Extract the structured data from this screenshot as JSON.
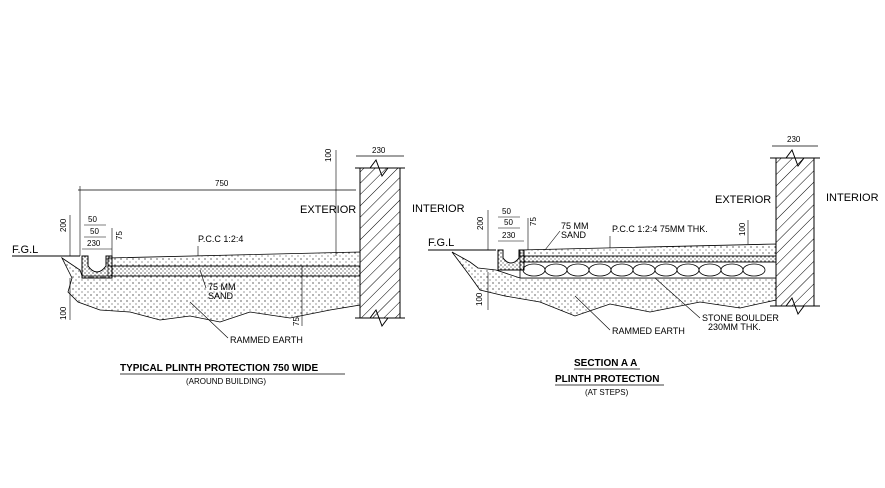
{
  "left": {
    "labels": {
      "fgl": "F.G.L",
      "exterior": "EXTERIOR",
      "interior": "INTERIOR",
      "pcc": "P.C.C 1:2:4",
      "sand_line1": "75 MM",
      "sand_line2": "SAND",
      "rammed_earth": "RAMMED EARTH"
    },
    "dims": {
      "d750": "750",
      "d230_top": "230",
      "d100_top": "100",
      "d200": "200",
      "d50a": "50",
      "d50b": "50",
      "d230_drain": "230",
      "d75_left": "75",
      "d75_right": "75",
      "d100_bottom": "100"
    },
    "title": "TYPICAL PLINTH PROTECTION 750 WIDE",
    "subtitle": "(AROUND BUILDING)"
  },
  "right": {
    "labels": {
      "fgl": "F.G.L",
      "exterior": "EXTERIOR",
      "interior": "INTERIOR",
      "pcc": "P.C.C 1:2:4 75MM THK.",
      "sand_line1": "75 MM",
      "sand_line2": "SAND",
      "stone_line1": "STONE BOULDER",
      "stone_line2": "230MM THK.",
      "rammed_earth": "RAMMED EARTH"
    },
    "dims": {
      "d230_top": "230",
      "d200": "200",
      "d50a": "50",
      "d50b": "50",
      "d230_drain": "230",
      "d75": "75",
      "d100_right": "100",
      "d100_bottom": "100"
    },
    "title_line1": "SECTION A A",
    "title_line2": "PLINTH PROTECTION",
    "subtitle": "(AT STEPS)"
  }
}
